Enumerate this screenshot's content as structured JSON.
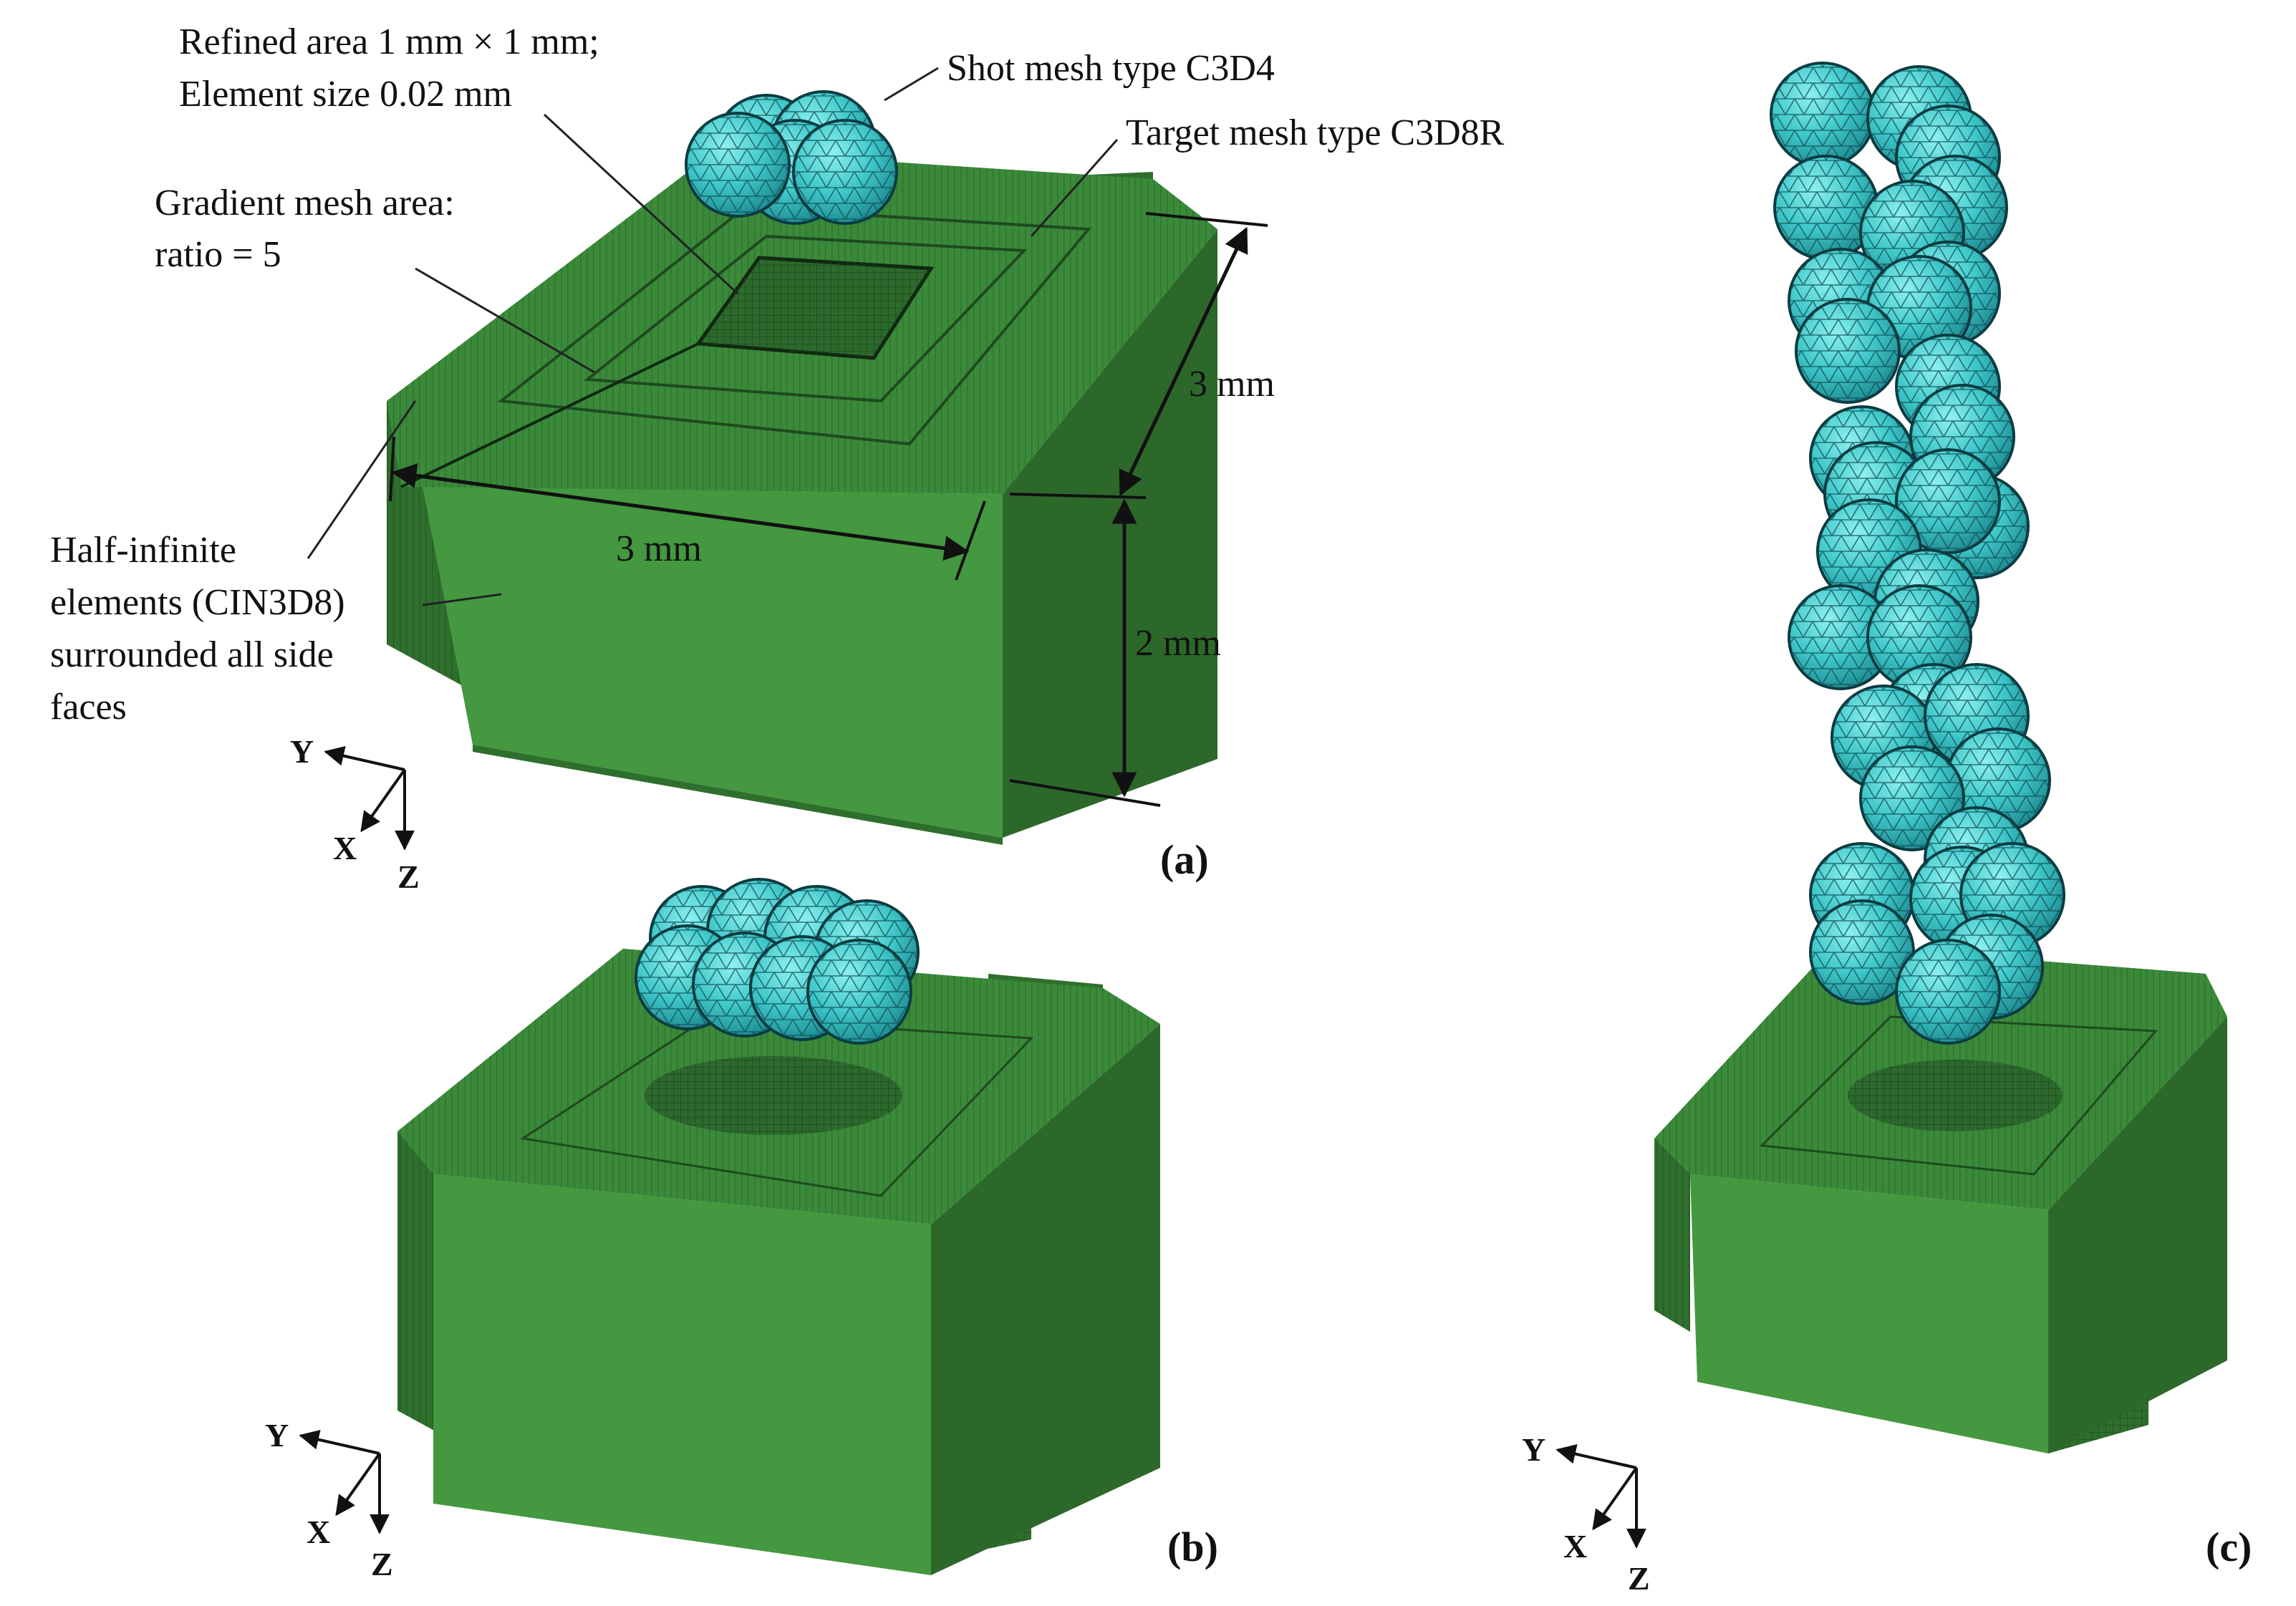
{
  "colors": {
    "top": "#3a8a3a",
    "front": "#44983f",
    "side": "#2f6f2d",
    "mesh": "#1f4a1f",
    "shot": "#3fc7c9",
    "shot_edge": "#0d4f55"
  },
  "panel_a": {
    "label": "(a)",
    "annotations": {
      "refined_line1": "Refined area 1 mm × 1 mm;",
      "refined_line2": "Element size 0.02 mm",
      "shot_mesh": "Shot mesh type C3D4",
      "target_mesh": "Target mesh type C3D8R",
      "gradient_line1": "Gradient mesh area:",
      "gradient_line2": "ratio = 5",
      "half_line1": "Half-infinite",
      "half_line2": "elements (CIN3D8)",
      "half_line3": "surrounded all side",
      "half_line4": "faces"
    },
    "dimensions": {
      "width_x": "3 mm",
      "width_z": "3 mm",
      "depth": "2 mm"
    },
    "axes": {
      "y": "Y",
      "x": "X",
      "z": "Z"
    }
  },
  "panel_b": {
    "label": "(b)",
    "axes": {
      "y": "Y",
      "x": "X",
      "z": "Z"
    }
  },
  "panel_c": {
    "label": "(c)",
    "axes": {
      "y": "Y",
      "x": "X",
      "z": "Z"
    }
  }
}
